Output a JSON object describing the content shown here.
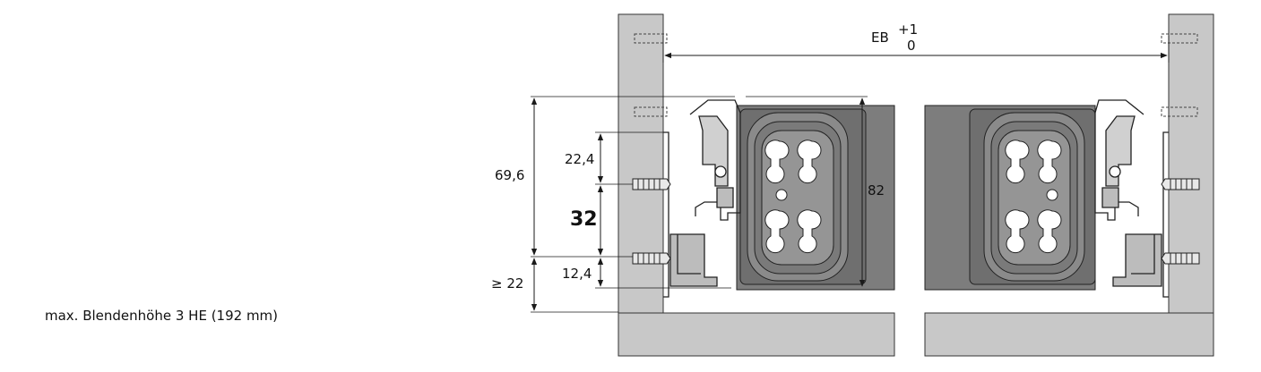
{
  "note": "max. Blendenhöhe 3 HE (192 mm)",
  "dimensions": {
    "eb_label": "EB",
    "eb_upper_tolerance": "+1",
    "eb_lower_tolerance": "0",
    "height_total": "69,6",
    "upper_offset": "22,4",
    "hole_spacing": "32",
    "lower_offset": "12,4",
    "min_bottom": "≥ 22",
    "panel_height": "82"
  },
  "colors": {
    "cabinet_side": "#c8c8c8",
    "drawer_front": "#7d7d7d",
    "mounting_plate": "#6f6f6f",
    "line": "#1a1a1a"
  }
}
